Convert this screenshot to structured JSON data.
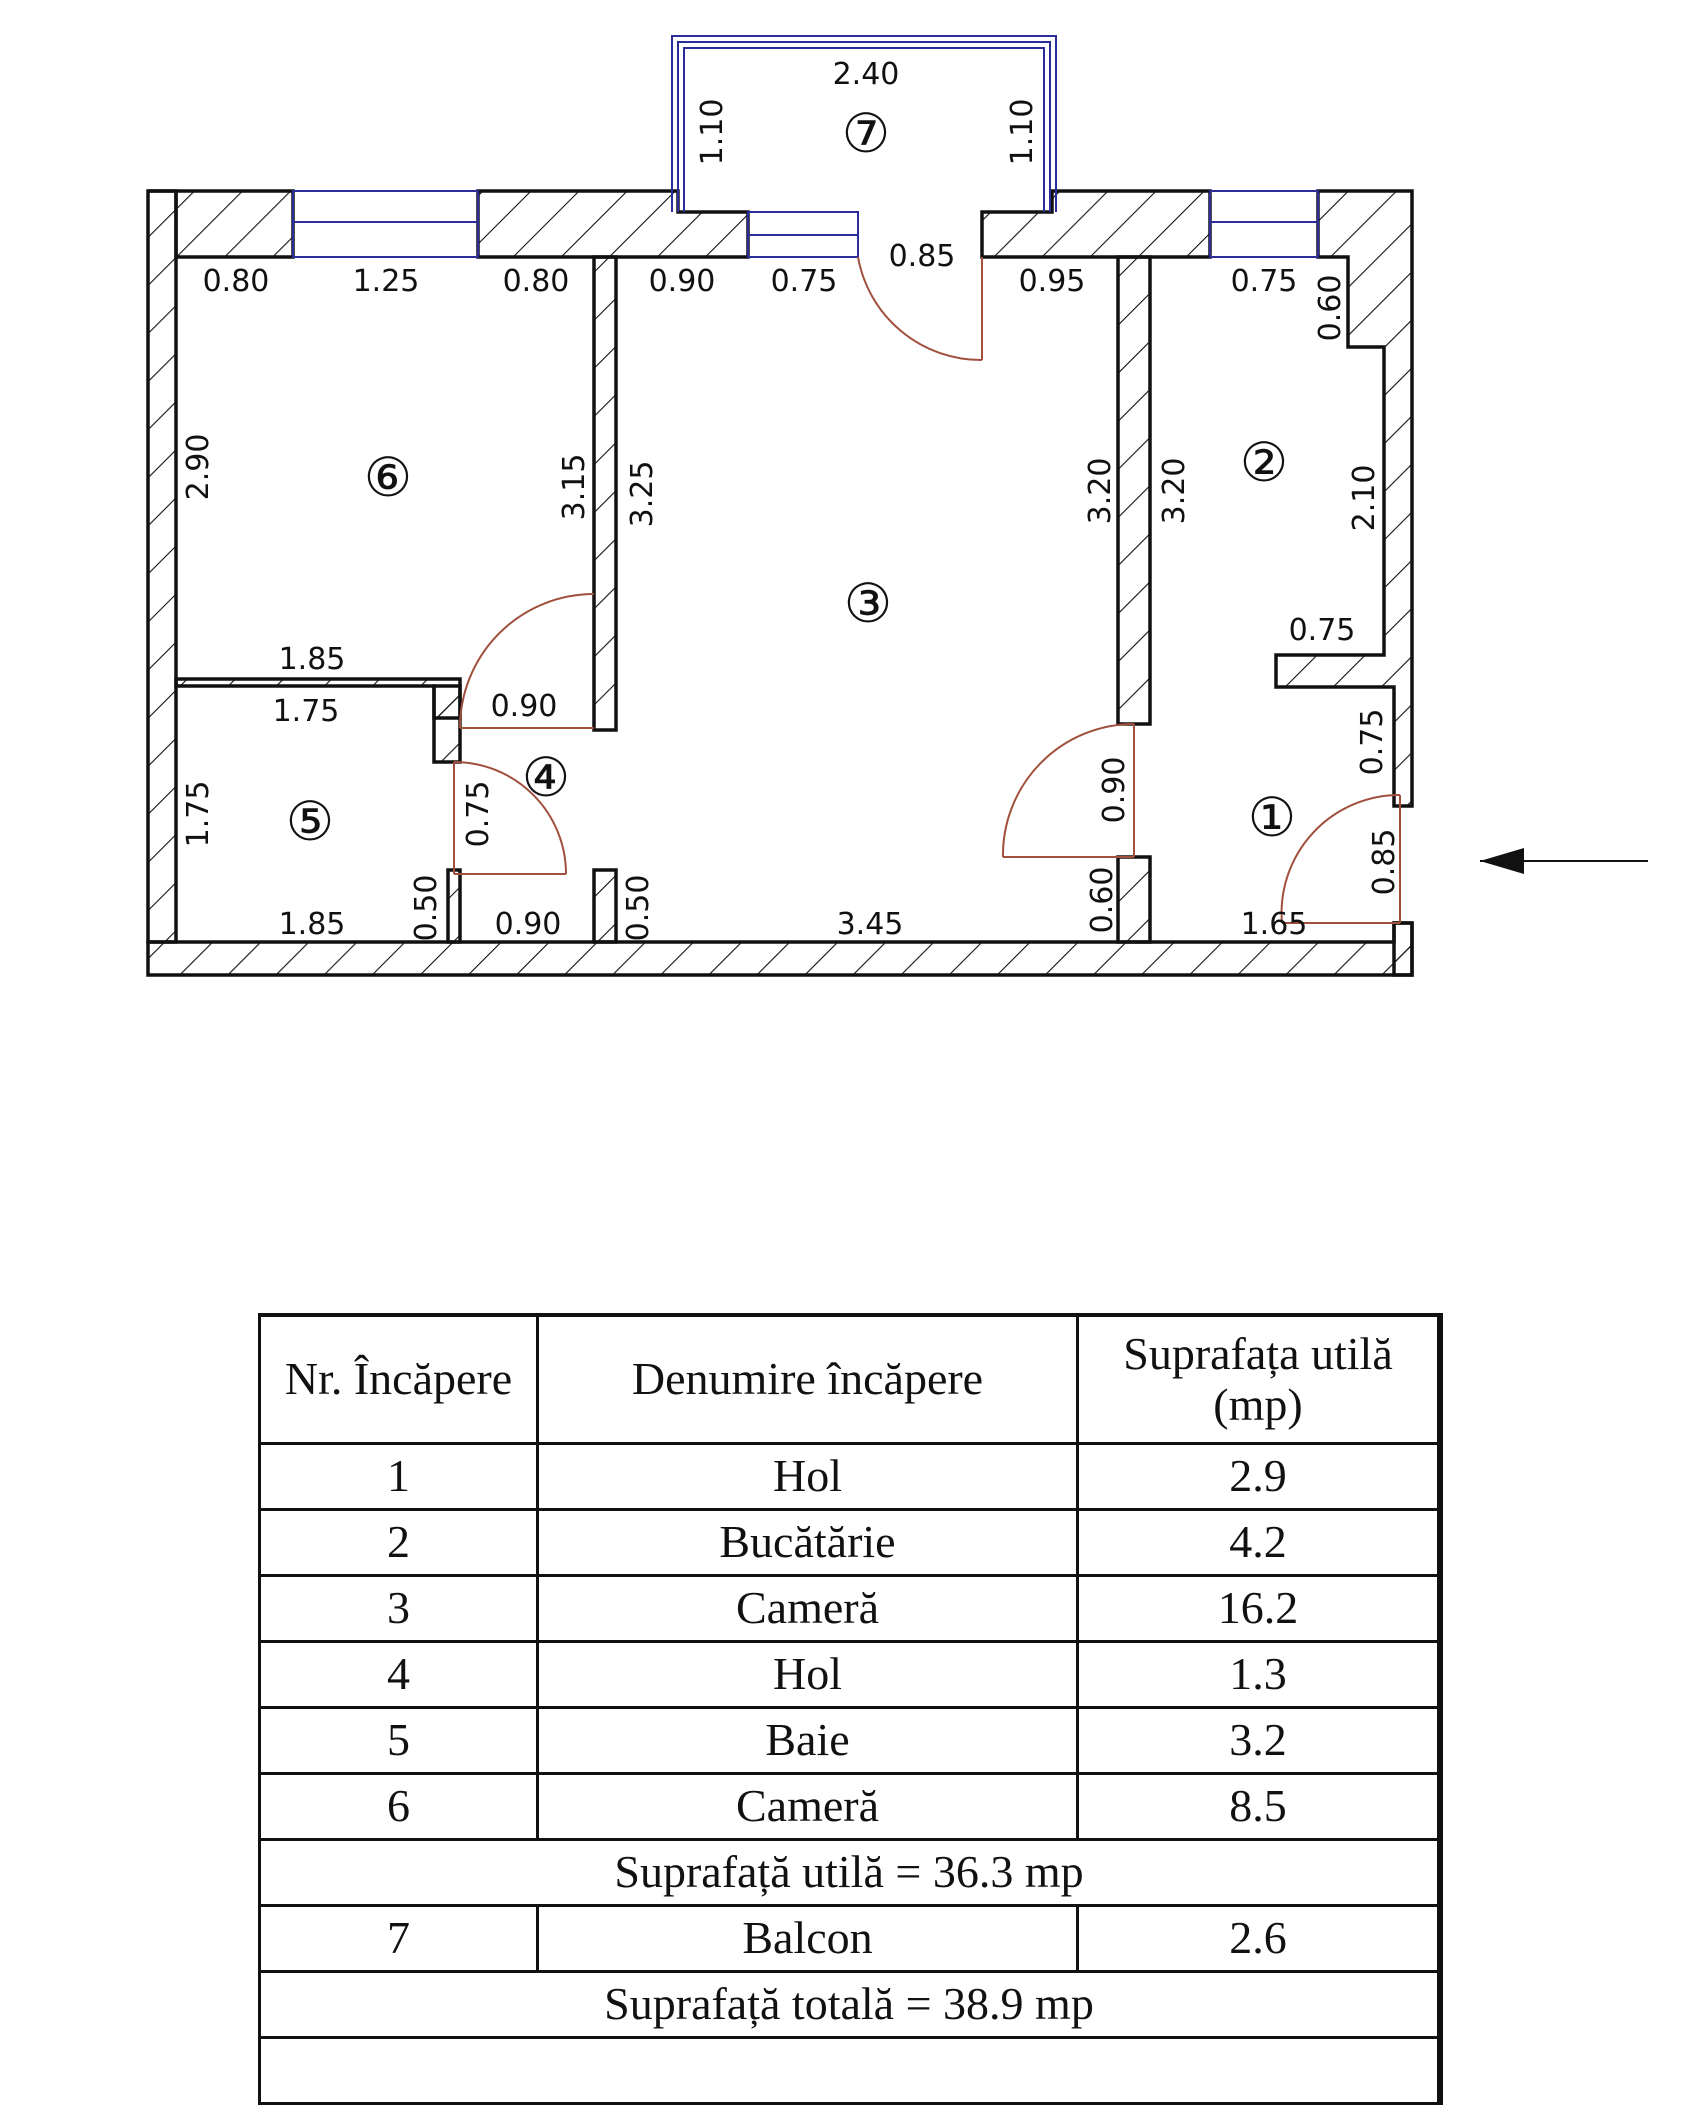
{
  "floor_plan": {
    "rooms": [
      {
        "number": "1",
        "symbol": "①"
      },
      {
        "number": "2",
        "symbol": "②"
      },
      {
        "number": "3",
        "symbol": "③"
      },
      {
        "number": "4",
        "symbol": "④"
      },
      {
        "number": "5",
        "symbol": "⑤"
      },
      {
        "number": "6",
        "symbol": "⑥"
      },
      {
        "number": "7",
        "symbol": "⑦"
      }
    ],
    "dimensions": {
      "balcony_width": "2.40",
      "balcony_depth_left": "1.10",
      "balcony_depth_right": "1.10",
      "balcony_door": "0.85",
      "r6_top_left": "0.80",
      "r6_window": "1.25",
      "r6_top_right": "0.80",
      "r3_top_left": "0.90",
      "r3_window": "0.75",
      "r3_top_right": "0.95",
      "r2_window": "0.75",
      "r2_top_right": "0.60",
      "r6_height": "2.90",
      "r6_right_height": "3.15",
      "r3_left_height": "3.25",
      "r3_right_height": "3.20",
      "r2_left_height": "3.20",
      "r2_right_height": "2.10",
      "r2_step": "0.75",
      "r1_step_height": "0.75",
      "r6_bottom": "1.85",
      "r5_top": "1.75",
      "r4_door": "0.90",
      "r5_height": "1.75",
      "r4_bath_door": "0.75",
      "r3_door": "0.90",
      "entrance_door": "0.85",
      "r5_bottom": "1.85",
      "r5_stub": "0.50",
      "r4_bottom": "0.90",
      "r3_stub": "0.50",
      "r3_bottom": "3.45",
      "r3_right_stub": "0.60",
      "r1_bottom": "1.65"
    },
    "colors": {
      "wall": "#111111",
      "window": "#2a2d9a",
      "door_swing": "#a0503c"
    }
  },
  "area_table": {
    "headers": {
      "number": "Nr. Încăpere",
      "name": "Denumire încăpere",
      "area": "Suprafața utilă (mp)"
    },
    "rows": [
      {
        "number": "1",
        "name": "Hol",
        "area": "2.9"
      },
      {
        "number": "2",
        "name": "Bucătărie",
        "area": "4.2"
      },
      {
        "number": "3",
        "name": "Cameră",
        "area": "16.2"
      },
      {
        "number": "4",
        "name": "Hol",
        "area": "1.3"
      },
      {
        "number": "5",
        "name": "Baie",
        "area": "3.2"
      },
      {
        "number": "6",
        "name": "Cameră",
        "area": "8.5"
      }
    ],
    "useful_total": "Suprafață utilă = 36.3 mp",
    "balcony_row": {
      "number": "7",
      "name": "Balcon",
      "area": "2.6"
    },
    "grand_total": "Suprafață totală = 38.9 mp"
  }
}
